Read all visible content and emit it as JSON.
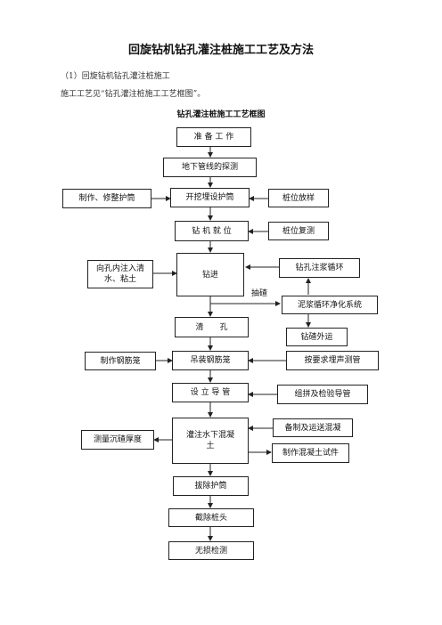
{
  "document": {
    "title": "回旋钻机钻孔灌注桩施工工艺及方法",
    "section_heading": "（1）回旋钻机钻孔灌注桩施工",
    "intro": "施工工艺见“钻孔灌注桩施工工艺框图”。",
    "chart_title": "钻孔灌注桩施工工艺框图"
  },
  "flowchart": {
    "main": {
      "prep": "准 备 工 作",
      "pipeline": "地下管线的探测",
      "casing": "开挖埋设护筒",
      "position": "钻 机 就 位",
      "drill": "钻进",
      "clean": "清　　孔",
      "cage": "吊装钢筋笼",
      "conduit": "设 立 导 管",
      "pour": "灌注水下混凝土",
      "remove_casing": "拔除护筒",
      "cut_head": "截除桩头",
      "test": "无损检测"
    },
    "left": {
      "make_casing": "制作、修整护筒",
      "inject": "向孔内注入清水、粘土",
      "make_cage": "制作钢筋笼",
      "measure": "测量沉碴厚度"
    },
    "right": {
      "pile_layout": "桩位放样",
      "pile_recheck": "桩位复测",
      "mud_circulation": "钻孔注浆循环",
      "mud_purify": "泥浆循环净化系统",
      "slag_out": "钻碴外运",
      "sonic_pipe": "按要求埋声测管",
      "conduit_test": "组拼及检验导管",
      "concrete_prep": "备制及运送混凝",
      "concrete_sample": "制作混凝土试件"
    },
    "labels": {
      "pump_slag": "抽碴"
    }
  }
}
